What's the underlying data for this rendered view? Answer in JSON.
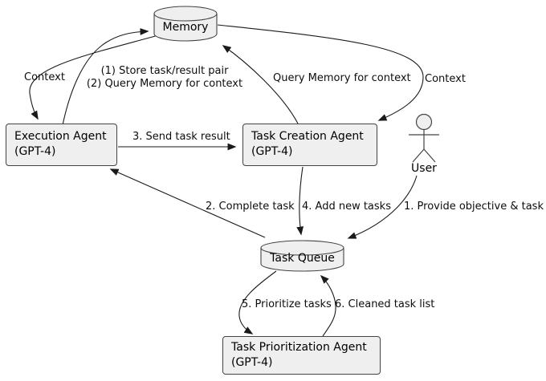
{
  "diagram": {
    "colors": {
      "background": "#ffffff",
      "node_fill": "#efefef",
      "node_border": "#434343",
      "arrow": "#1a1a1a"
    },
    "nodes": {
      "memory": {
        "label": "Memory",
        "shape": "database-cylinder"
      },
      "execution_agent": {
        "name": "Execution Agent",
        "model": "(GPT-4)"
      },
      "task_creation_agent": {
        "name": "Task Creation Agent",
        "model": "(GPT-4)"
      },
      "user": {
        "label": "User",
        "shape": "actor"
      },
      "task_queue": {
        "label": "Task Queue",
        "shape": "database-cylinder"
      },
      "task_prioritization_agent": {
        "name": "Task Prioritization Agent",
        "model": "(GPT-4)"
      }
    },
    "edges": {
      "context_left": {
        "label": "Context",
        "from": "Memory",
        "to": "Execution Agent"
      },
      "store_and_query": {
        "line1": "(1) Store task/result pair",
        "line2": "(2) Query Memory for context",
        "from": "Execution Agent",
        "to": "Memory"
      },
      "query_memory": {
        "label": "Query Memory for context",
        "from": "Task Creation Agent",
        "to": "Memory"
      },
      "context_right": {
        "label": "Context",
        "from": "Memory",
        "to": "Task Creation Agent"
      },
      "send_task_result": {
        "label": "3. Send task result",
        "from": "Execution Agent",
        "to": "Task Creation Agent"
      },
      "complete_task": {
        "label": "2. Complete task",
        "from": "Task Queue",
        "to": "Execution Agent"
      },
      "add_new_tasks": {
        "label": "4. Add new tasks",
        "from": "Task Creation Agent",
        "to": "Task Queue"
      },
      "provide_objective": {
        "label": "1. Provide objective & task",
        "from": "User",
        "to": "Task Queue"
      },
      "prioritize_tasks": {
        "label": "5. Prioritize tasks",
        "from": "Task Queue",
        "to": "Task Prioritization Agent"
      },
      "cleaned_task_list": {
        "label": "6. Cleaned task list",
        "from": "Task Prioritization Agent",
        "to": "Task Queue"
      }
    }
  }
}
